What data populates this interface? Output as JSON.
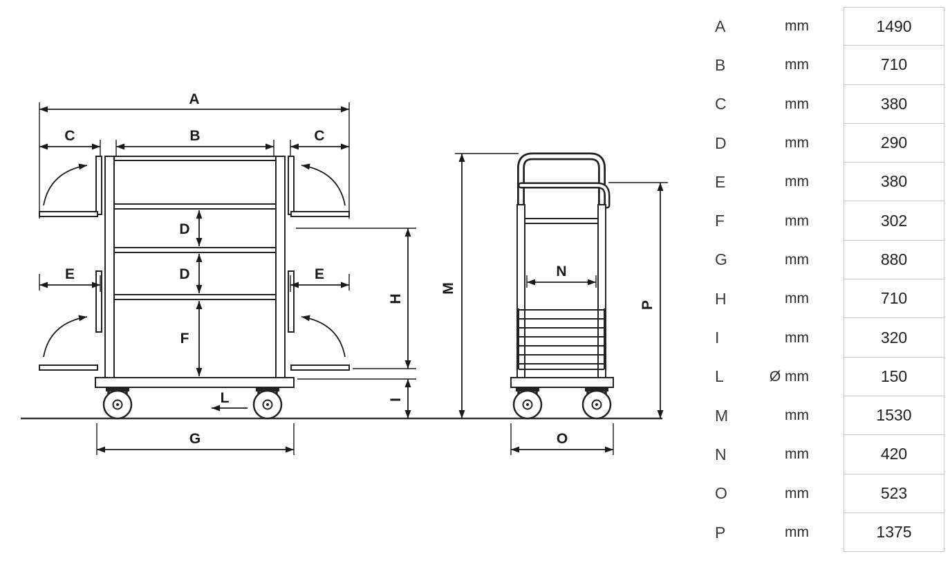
{
  "diagram": {
    "front_view": {
      "labels": {
        "A": "A",
        "C_left": "C",
        "B": "B",
        "C_right": "C",
        "D_upper": "D",
        "D_lower": "D",
        "F": "F",
        "E_left": "E",
        "E_right": "E",
        "H": "H",
        "I": "I",
        "L": "L",
        "G": "G"
      }
    },
    "side_view": {
      "labels": {
        "M": "M",
        "N": "N",
        "P": "P",
        "O": "O"
      }
    }
  },
  "table": {
    "rows": [
      {
        "letter": "A",
        "unit": "mm",
        "value": "1490"
      },
      {
        "letter": "B",
        "unit": "mm",
        "value": "710"
      },
      {
        "letter": "C",
        "unit": "mm",
        "value": "380"
      },
      {
        "letter": "D",
        "unit": "mm",
        "value": "290"
      },
      {
        "letter": "E",
        "unit": "mm",
        "value": "380"
      },
      {
        "letter": "F",
        "unit": "mm",
        "value": "302"
      },
      {
        "letter": "G",
        "unit": "mm",
        "value": "880"
      },
      {
        "letter": "H",
        "unit": "mm",
        "value": "710"
      },
      {
        "letter": "I",
        "unit": "mm",
        "value": "320"
      },
      {
        "letter": "L",
        "unit": "Ø mm",
        "value": "150"
      },
      {
        "letter": "M",
        "unit": "mm",
        "value": "1530"
      },
      {
        "letter": "N",
        "unit": "mm",
        "value": "420"
      },
      {
        "letter": "O",
        "unit": "mm",
        "value": "523"
      },
      {
        "letter": "P",
        "unit": "mm",
        "value": "1375"
      }
    ]
  }
}
